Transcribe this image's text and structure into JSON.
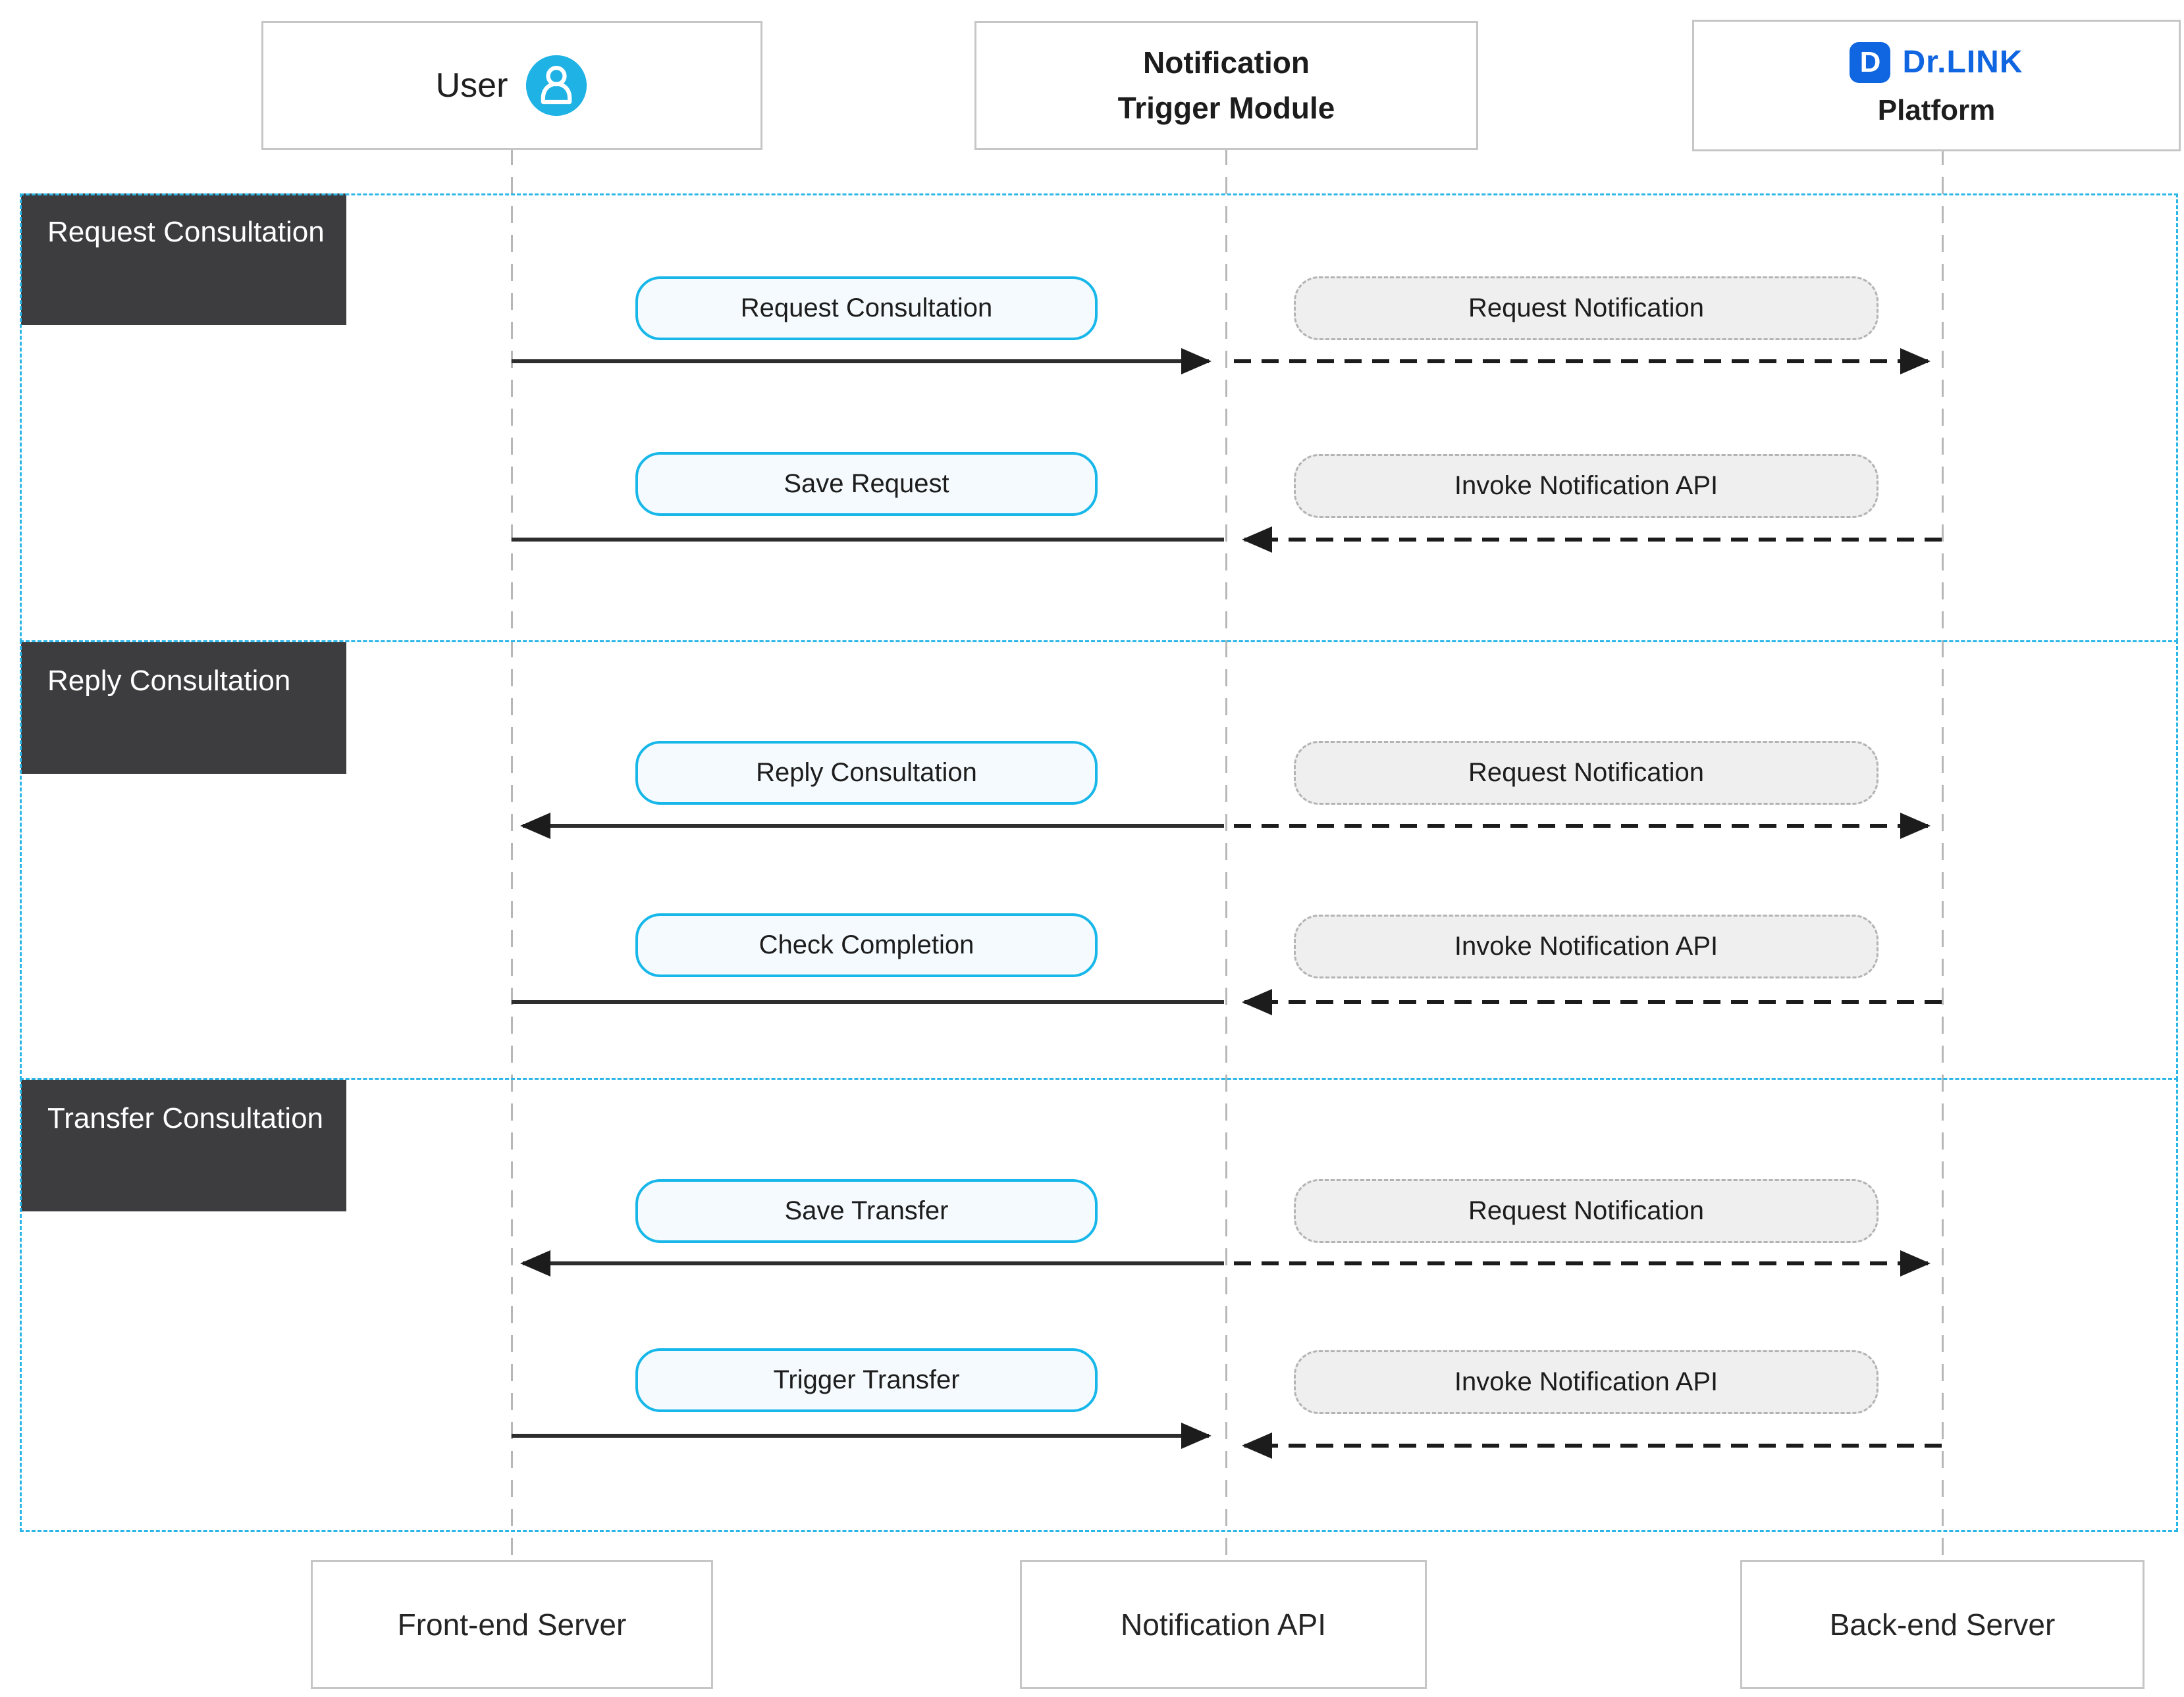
{
  "colors": {
    "accent_cyan": "#17b7ea",
    "band_border": "#2bb6e8",
    "brand_blue": "#1065e0",
    "section_label_bg": "#3d3d3f",
    "action_fill": "#f4fafd",
    "notification_fill": "#efeff0"
  },
  "top_actors": [
    {
      "label": "User",
      "icon": "user-avatar"
    },
    {
      "lines": [
        "Notification",
        "Trigger Module"
      ]
    },
    {
      "brand_initial": "D",
      "brand": "Dr.LINK",
      "label": "Platform"
    }
  ],
  "bottom_actors": [
    {
      "label": "Front-end Server"
    },
    {
      "label": "Notification API"
    },
    {
      "label": "Back-end Server"
    }
  ],
  "sections": [
    {
      "title": "Request Consultation",
      "rows": [
        {
          "action": "Request Consultation",
          "action_arrow": "user-to-module-solid",
          "notification": "Request Notification",
          "notification_arrow": "module-to-platform-dashed"
        },
        {
          "action": "Save Request",
          "action_arrow": "plain-solid-line",
          "notification": "Invoke Notification API",
          "notification_arrow": "platform-to-module-dashed"
        }
      ]
    },
    {
      "title": "Reply Consultation",
      "rows": [
        {
          "action": "Reply Consultation",
          "action_arrow": "module-to-user-solid",
          "notification": "Request Notification",
          "notification_arrow": "module-to-platform-dashed"
        },
        {
          "action": "Check Completion",
          "action_arrow": "plain-solid-line",
          "notification": "Invoke Notification API",
          "notification_arrow": "platform-to-module-dashed"
        }
      ]
    },
    {
      "title": "Transfer Consultation",
      "rows": [
        {
          "action": "Save Transfer",
          "action_arrow": "module-to-user-solid",
          "notification": "Request Notification",
          "notification_arrow": "module-to-platform-dashed"
        },
        {
          "action": "Trigger Transfer",
          "action_arrow": "user-to-module-solid",
          "notification": "Invoke Notification API",
          "notification_arrow": "platform-to-module-dashed"
        }
      ]
    }
  ]
}
